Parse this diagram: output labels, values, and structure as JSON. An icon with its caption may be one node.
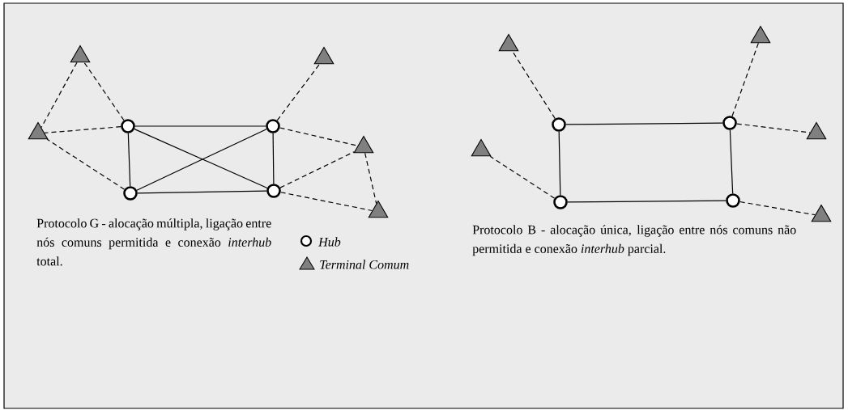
{
  "diagram": {
    "nodes": [
      {
        "text": [],
        "shape": "triangle"
      },
      {
        "text": [],
        "shape": "triangle"
      },
      {
        "text": [],
        "shape": "circle"
      },
      {
        "text": [],
        "shape": "circle"
      },
      {
        "text": [],
        "shape": "triangle"
      },
      {
        "text": [],
        "shape": "triangle"
      },
      {
        "text": [],
        "shape": "circle"
      },
      {
        "text": [],
        "shape": "circle"
      },
      {
        "text": [],
        "shape": "triangle"
      },
      {
        "text": [],
        "shape": "triangle"
      },
      {
        "text": [],
        "shape": "triangle"
      },
      {
        "text": [],
        "shape": "circle"
      },
      {
        "text": [],
        "shape": "circle"
      },
      {
        "text": [],
        "shape": "triangle"
      },
      {
        "text": [],
        "shape": "triangle"
      },
      {
        "text": [],
        "shape": "circle"
      },
      {
        "text": [],
        "shape": "circle"
      },
      {
        "text": [],
        "shape": "triangle"
      }
    ],
    "edges": [
      {
        "from": 2,
        "to": 3,
        "arrow": "none"
      },
      {
        "from": 3,
        "to": 6,
        "arrow": "none"
      },
      {
        "from": 6,
        "to": 7,
        "arrow": "none"
      },
      {
        "from": 7,
        "to": 2,
        "arrow": "none"
      },
      {
        "from": 2,
        "to": 6,
        "arrow": "none"
      },
      {
        "from": 3,
        "to": 7,
        "arrow": "none"
      },
      {
        "from": 2,
        "to": 0,
        "arrow": "none",
        "style": "dashed"
      },
      {
        "from": 0,
        "to": 4,
        "arrow": "none",
        "style": "dashed"
      },
      {
        "from": 2,
        "to": 4,
        "arrow": "none",
        "style": "dashed"
      },
      {
        "from": 7,
        "to": 4,
        "arrow": "none",
        "style": "dashed"
      },
      {
        "from": 3,
        "to": 1,
        "arrow": "none",
        "style": "dashed"
      },
      {
        "from": 3,
        "to": 5,
        "arrow": "none",
        "style": "dashed"
      },
      {
        "from": 6,
        "to": 5,
        "arrow": "none",
        "style": "dashed"
      },
      {
        "from": 5,
        "to": 8,
        "arrow": "none",
        "style": "dashed"
      },
      {
        "from": 6,
        "to": 8,
        "arrow": "none",
        "style": "dashed"
      },
      {
        "from": 12,
        "to": 11,
        "arrow": "none"
      },
      {
        "from": 11,
        "to": 15,
        "arrow": "none"
      },
      {
        "from": 15,
        "to": 16,
        "arrow": "none"
      },
      {
        "from": 16,
        "to": 12,
        "arrow": "none"
      },
      {
        "from": 12,
        "to": 10,
        "arrow": "none",
        "style": "dashed"
      },
      {
        "from": 11,
        "to": 9,
        "arrow": "none",
        "style": "dashed"
      },
      {
        "from": 11,
        "to": 13,
        "arrow": "none",
        "style": "dashed"
      },
      {
        "from": 16,
        "to": 14,
        "arrow": "none",
        "style": "dashed"
      },
      {
        "from": 15,
        "to": 17,
        "arrow": "none",
        "style": "dashed"
      }
    ],
    "labels": [
      "Protocolo G - alocação múltipla, ligação entre nós comuns permitida e conexão *interhub* total.",
      "Protocolo B - alocação única, ligação entre nós comuns não permitida e conexão *interhub* parcial."
    ],
    "legend": [
      {
        "text": "Hub"
      },
      {
        "text": "Terminal Comum"
      }
    ]
  }
}
